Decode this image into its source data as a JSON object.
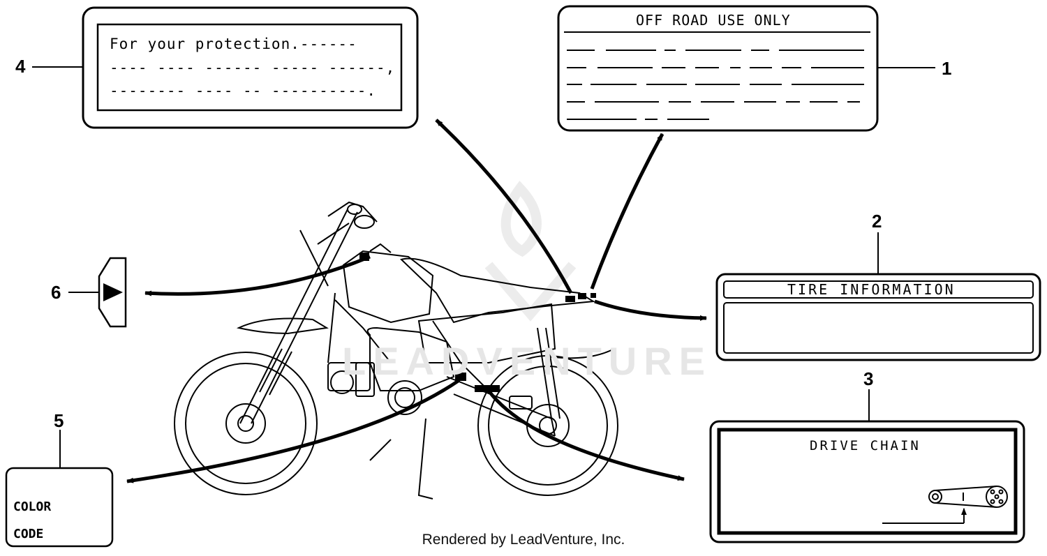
{
  "labels": {
    "protection": {
      "line1": "For your protection.------",
      "line2": "---- ---- ------ ----- ------,",
      "line3": "-------- ---- -- ----------."
    },
    "off_road": {
      "title": "OFF ROAD USE ONLY"
    },
    "tire": {
      "title": "TIRE INFORMATION"
    },
    "chain": {
      "title": "DRIVE CHAIN"
    },
    "color_code": {
      "line1": "COLOR",
      "line2": "CODE"
    }
  },
  "callouts": {
    "c1": "1",
    "c2": "2",
    "c3": "3",
    "c4": "4",
    "c5": "5",
    "c6": "6"
  },
  "watermark": "LEADVENTURE",
  "footer": {
    "credit": "Rendered by LeadVenture, Inc."
  }
}
